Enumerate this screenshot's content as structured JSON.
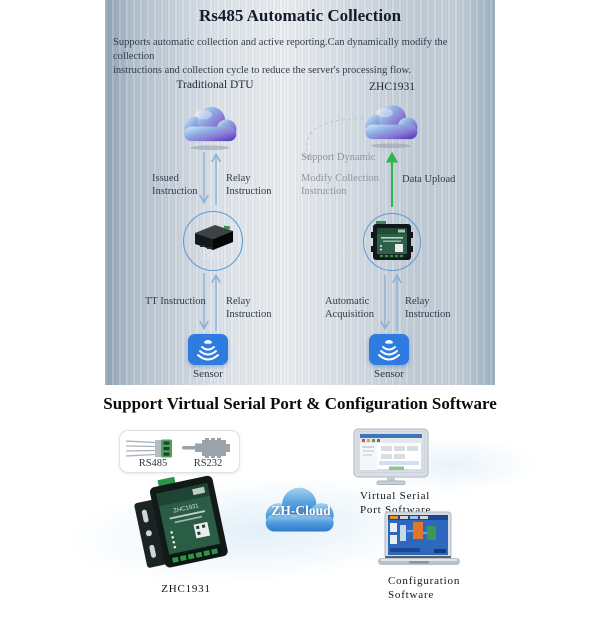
{
  "top": {
    "title": "Rs485 Automatic Collection",
    "description": "Supports automatic collection and active reporting.Can dynamically modify the collection\ninstructions and collection cycle to reduce the server's processing flow.",
    "left": {
      "header": "Traditional DTU",
      "issued": "Issued\nInstruction",
      "relay_up": "Relay\nInstruction",
      "device": "DTU",
      "tt": "TT Instruction",
      "relay_up2": "Relay\nInstruction",
      "sensor": "Sensor"
    },
    "right": {
      "header": "ZHC1931",
      "support_dynamic": "Support Dynamic",
      "modify": "Modify Collection\nInstruction",
      "data_upload": "Data Upload",
      "automatic": "Automatic\nAcquisition",
      "relay_up": "Relay\nInstruction",
      "sensor": "Sensor"
    }
  },
  "bottom": {
    "title": "Support Virtual Serial Port & Configuration Software",
    "rs485": "RS485",
    "rs232": "RS232",
    "device": "ZHC1931",
    "device_face": "ZHC1931",
    "cloud": "ZH-Cloud",
    "monitor": "Virtual Serial\nPort Software",
    "laptop": "Configuration\nSoftware"
  },
  "colors": {
    "arrow_blue": "#8fb2da",
    "accent_green": "#33b54a",
    "sensor_blue": "#2e7ce0",
    "cloud_blue": "#4a90d8"
  }
}
